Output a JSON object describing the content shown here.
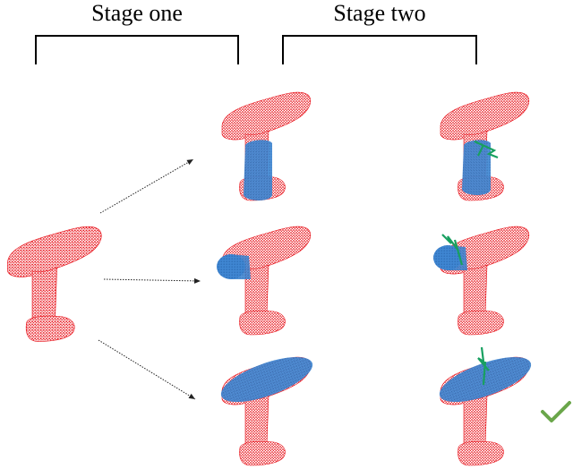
{
  "headers": {
    "stage_one": "Stage one",
    "stage_two": "Stage two"
  },
  "colors": {
    "point_cloud": "#e8141c",
    "primitive": "#3f86d2",
    "grasp": "#18a060",
    "check": "#6aa64a",
    "arrow": "#222222"
  },
  "primitives": [
    {
      "name": "cylinder-handle",
      "shape": "cylinder"
    },
    {
      "name": "cylinder-nose",
      "shape": "cylinder"
    },
    {
      "name": "ellipsoid-barrel",
      "shape": "ellipsoid"
    }
  ],
  "selected_result": {
    "row": 3,
    "marker": "check-icon"
  }
}
